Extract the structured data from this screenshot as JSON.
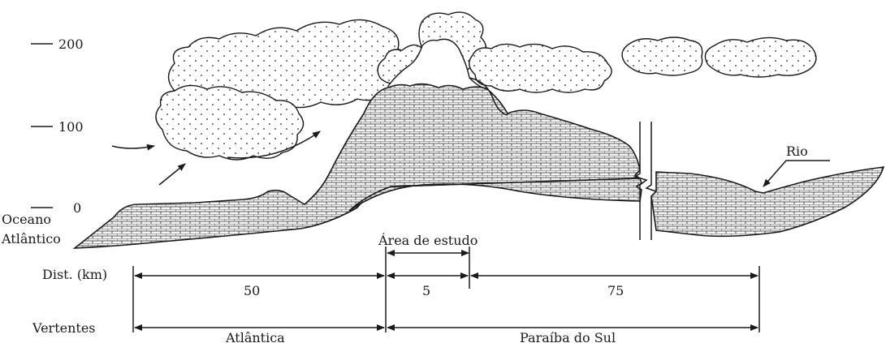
{
  "scale": {
    "tick_200": "200",
    "tick_100": "100",
    "tick_0": "0"
  },
  "labels": {
    "ocean_line1": "Oceano",
    "ocean_line2": "Atlântico",
    "river": "Rio",
    "study_area": "Área de estudo"
  },
  "distance_row": {
    "label": "Dist. (km)",
    "segments": [
      "50",
      "5",
      "75"
    ]
  },
  "slopes_row": {
    "label": "Vertentes",
    "segments": [
      "Atlântica",
      "Paraíba do Sul"
    ]
  }
}
